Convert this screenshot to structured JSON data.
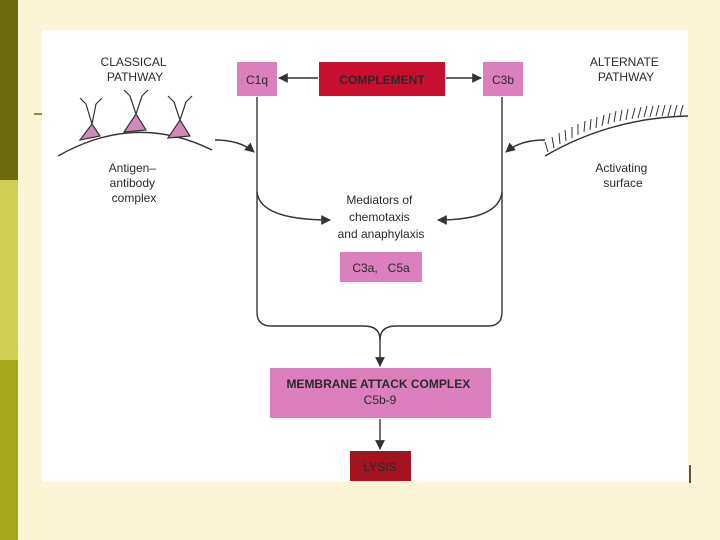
{
  "diagram": {
    "classical_pathway": [
      "CLASSICAL",
      "PATHWAY"
    ],
    "alternate_pathway": [
      "ALTERNATE",
      "PATHWAY"
    ],
    "complement": "COMPLEMENT",
    "c1q": "C1q",
    "c3b": "C3b",
    "antigen_antibody": [
      "Antigen–",
      "antibody",
      "complex"
    ],
    "activating_surface": [
      "Activating",
      "surface"
    ],
    "mediators": [
      "Mediators of",
      "chemotaxis",
      "and anaphylaxis"
    ],
    "c3a_c5a": "C3a,   C5a",
    "mac": [
      "MEMBRANE ATTACK COMPLEX",
      "C5b-9"
    ],
    "lysis": "LYSIS"
  },
  "colors": {
    "pink_box": "#db80bc",
    "red_box": "#c8102e",
    "dark_red_box": "#a3141e"
  }
}
